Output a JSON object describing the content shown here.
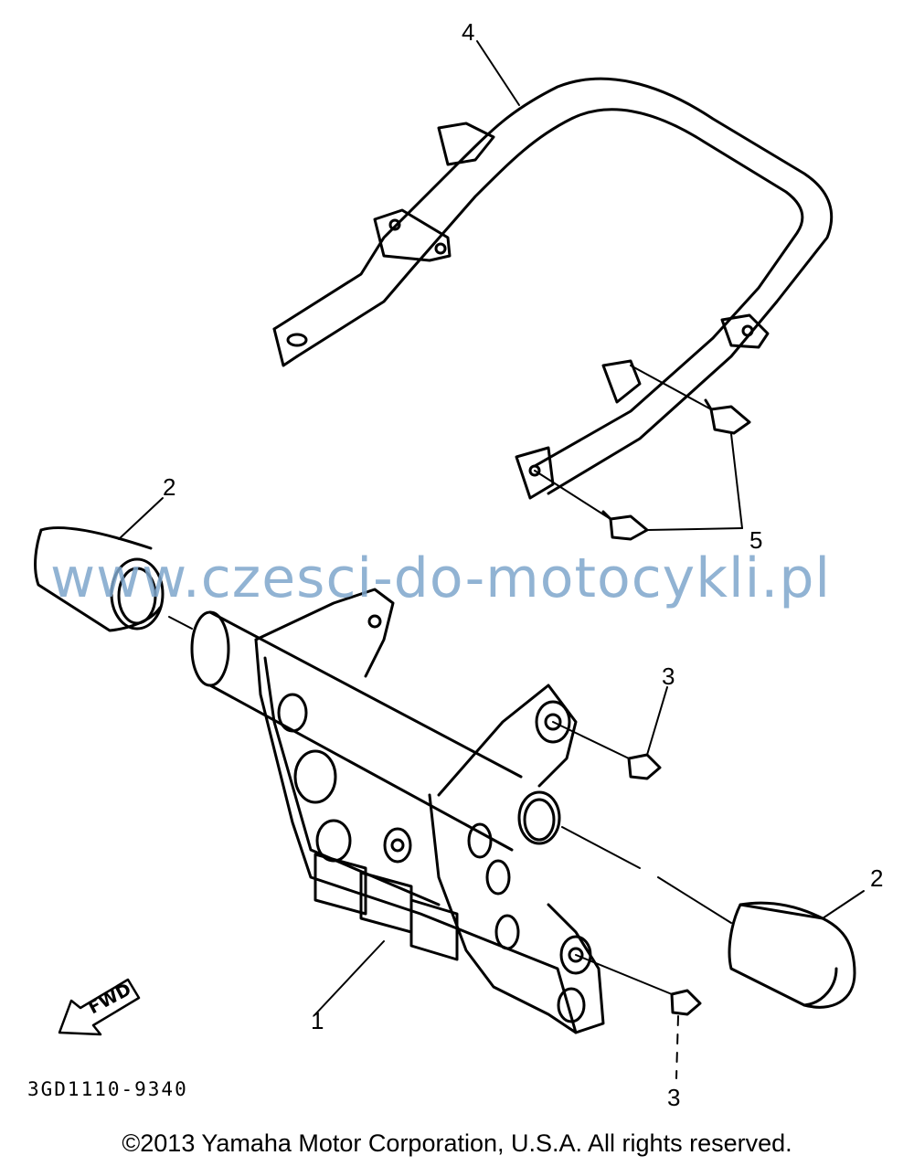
{
  "diagram": {
    "callouts": {
      "part_1": "1",
      "part_2_left": "2",
      "part_2_right": "2",
      "part_3_upper": "3",
      "part_3_lower": "3",
      "part_4": "4",
      "part_5": "5"
    },
    "direction_label": "FWD",
    "part_code": "3GD1110-9340",
    "watermark": "www.czesci-do-motocykli.pl",
    "copyright": "©2013 Yamaha Motor Corporation, U.S.A. All rights reserved."
  },
  "icons": [
    "forward-arrow-icon"
  ],
  "colors": {
    "line": "#000000",
    "watermark": "#7ea6cc",
    "background": "#ffffff"
  }
}
